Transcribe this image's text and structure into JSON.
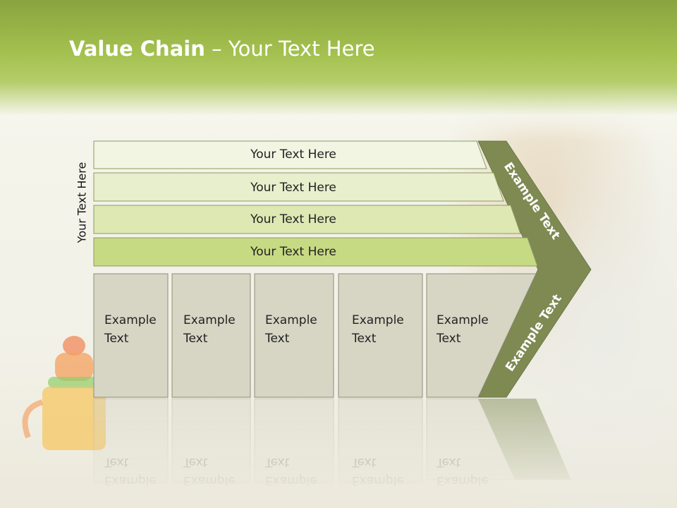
{
  "slide": {
    "title_bold": "Value Chain",
    "title_rest": " – Your Text Here",
    "side_label": "Your Text Here"
  },
  "support_activities": [
    {
      "label": "Your Text Here"
    },
    {
      "label": "Your Text Here"
    },
    {
      "label": "Your Text Here"
    },
    {
      "label": "Your Text Here"
    }
  ],
  "primary_activities": [
    {
      "line1": "Example",
      "line2": "Text"
    },
    {
      "line1": "Example",
      "line2": "Text"
    },
    {
      "line1": "Example",
      "line2": "Text"
    },
    {
      "line1": "Example",
      "line2": "Text"
    },
    {
      "line1": "Example",
      "line2": "Text"
    }
  ],
  "margin": {
    "upper_label": "Example Text",
    "lower_label": "Example Text"
  },
  "colors": {
    "header_green": "#a4c14f",
    "bar_fills": [
      "#f1f5e2",
      "#e8efcc",
      "#dde8b3",
      "#c6da83"
    ],
    "box_fill": "#d7d6c5",
    "arrow_fill": "#7f8a53"
  }
}
